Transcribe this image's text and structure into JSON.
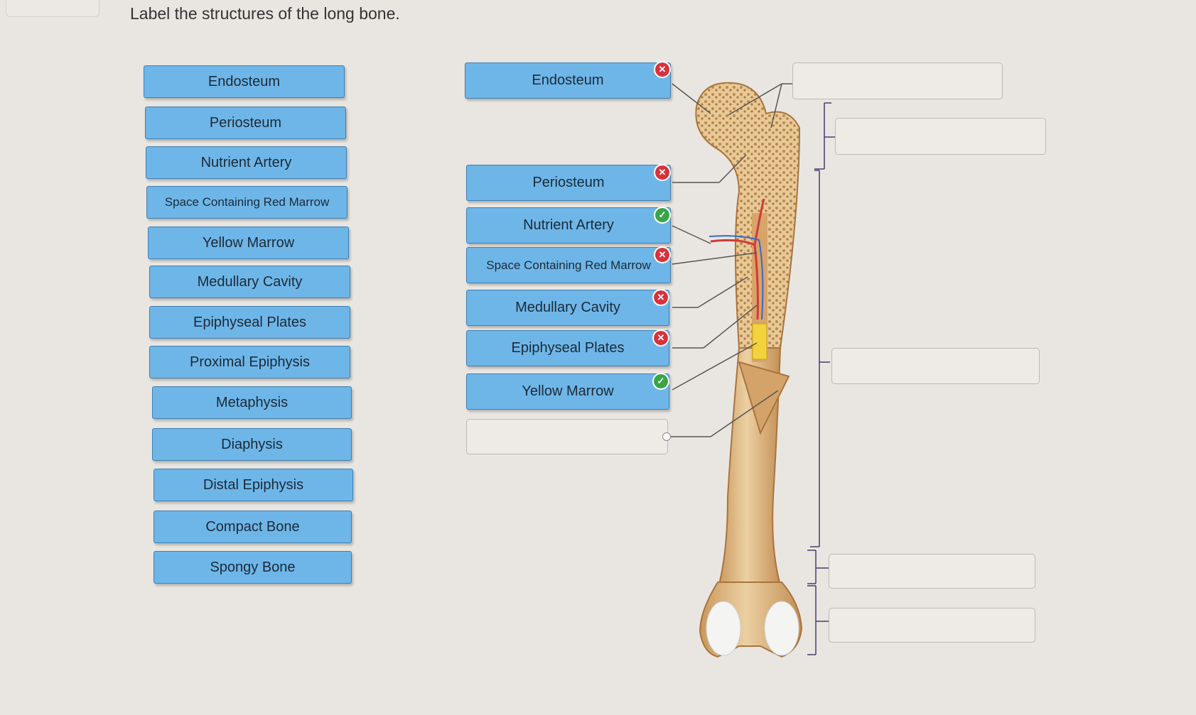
{
  "question": {
    "prompt": "Label the structures of the long bone."
  },
  "label_bank": [
    {
      "label": "Endosteum"
    },
    {
      "label": "Periosteum"
    },
    {
      "label": "Nutrient Artery"
    },
    {
      "label": "Space Containing Red Marrow"
    },
    {
      "label": "Yellow Marrow"
    },
    {
      "label": "Medullary Cavity"
    },
    {
      "label": "Epiphyseal Plates"
    },
    {
      "label": "Proximal Epiphysis"
    },
    {
      "label": "Metaphysis"
    },
    {
      "label": "Diaphysis"
    },
    {
      "label": "Distal Epiphysis"
    },
    {
      "label": "Compact Bone"
    },
    {
      "label": "Spongy Bone"
    }
  ],
  "placed_labels": [
    {
      "label": "Endosteum",
      "status": "incorrect",
      "status_glyph": "✕"
    },
    {
      "label": "Periosteum",
      "status": "incorrect",
      "status_glyph": "✕"
    },
    {
      "label": "Nutrient Artery",
      "status": "correct",
      "status_glyph": "✓"
    },
    {
      "label": "Space Containing Red Marrow",
      "status": "incorrect",
      "status_glyph": "✕"
    },
    {
      "label": "Medullary Cavity",
      "status": "incorrect",
      "status_glyph": "✕"
    },
    {
      "label": "Epiphyseal Plates",
      "status": "incorrect",
      "status_glyph": "✕"
    },
    {
      "label": "Yellow Marrow",
      "status": "correct",
      "status_glyph": "✓"
    }
  ],
  "colors": {
    "label_fill": "#6fb6e8",
    "label_border": "#3f7eb1",
    "incorrect": "#d9313b",
    "correct": "#3aa447",
    "bone": "#e2bf8c",
    "artery": "#d23a3a",
    "vein": "#3a68c9"
  }
}
